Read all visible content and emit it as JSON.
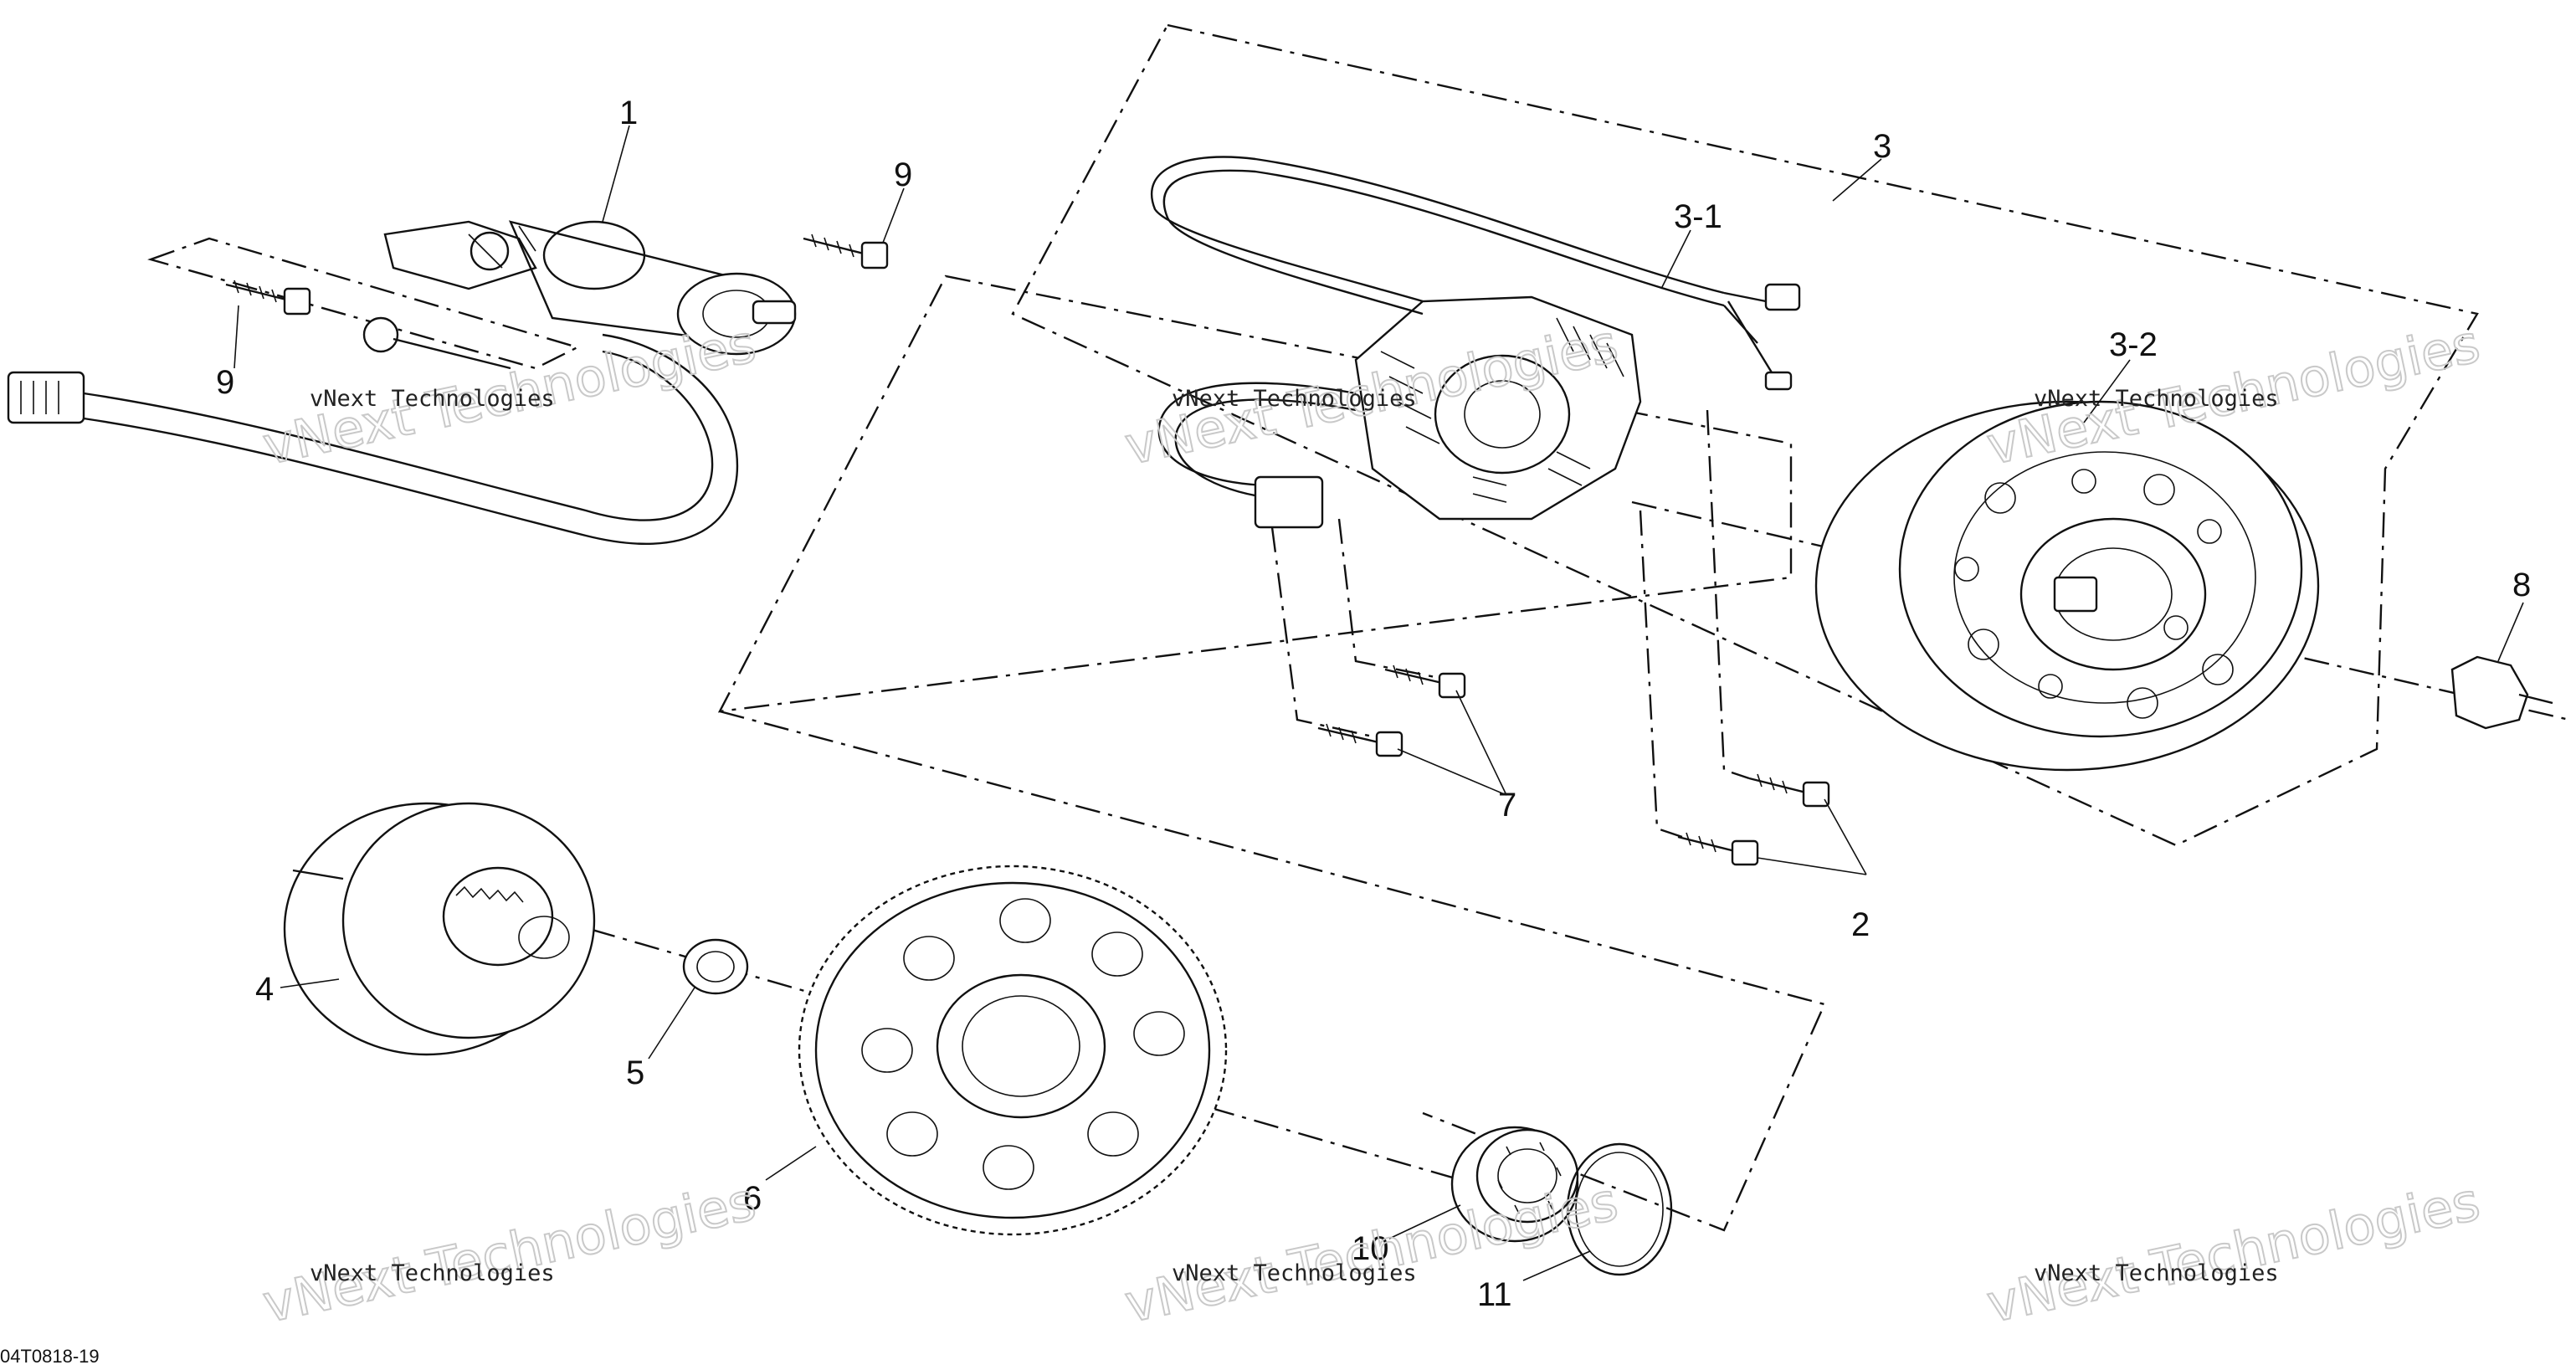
{
  "callouts": {
    "c1": "1",
    "c2": "2",
    "c3": "3",
    "c3_1": "3-1",
    "c3_2": "3-2",
    "c4": "4",
    "c5": "5",
    "c6": "6",
    "c7": "7",
    "c8": "8",
    "c9a": "9",
    "c9b": "9",
    "c10": "10",
    "c11": "11"
  },
  "watermark": {
    "line1": "vNext Technologies",
    "big": "vNext Technologies"
  },
  "reference_code": "04T0818-19"
}
